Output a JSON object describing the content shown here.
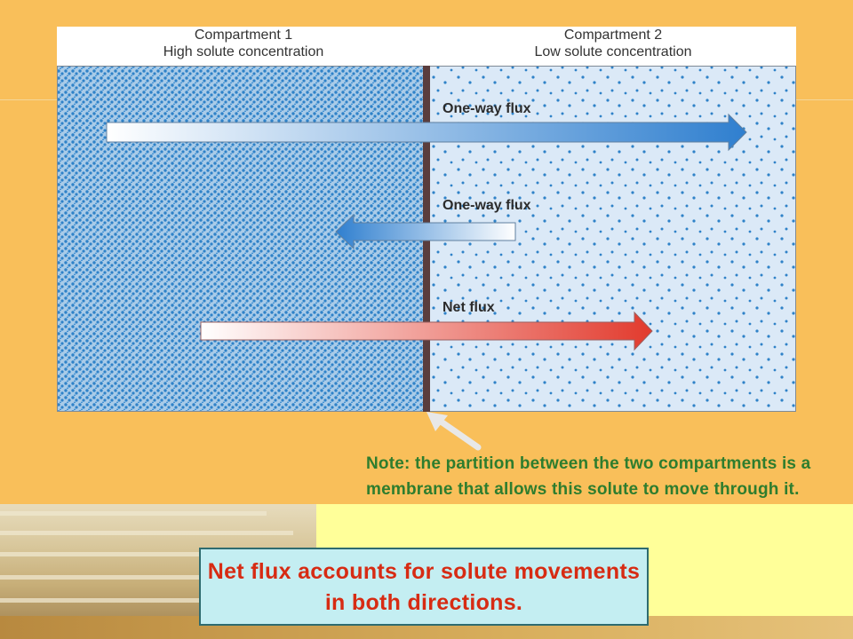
{
  "figure": {
    "compartment1_title": "Compartment 1",
    "compartment1_subtitle": "High solute concentration",
    "compartment2_title": "Compartment 2",
    "compartment2_subtitle": "Low solute concentration",
    "flux_labels": [
      "One-way flux",
      "One-way flux",
      "Net flux"
    ]
  },
  "note": "Note: the partition between the two compartments is a membrane that allows this solute to move through it.",
  "conclusion": "Net flux accounts for solute movements in both directions.",
  "colors": {
    "background": "#f9bf5a",
    "left_compartment": "#a9cbe8",
    "right_compartment": "#dbe9f7",
    "solute_dot": "#2f82c8",
    "membrane": "#5a3d3d",
    "net_flux_arrow": "#e23a2d",
    "one_way_arrow": "#2f7fcf",
    "note_text": "#2e7d2e",
    "conclusion_text": "#d72b13"
  }
}
